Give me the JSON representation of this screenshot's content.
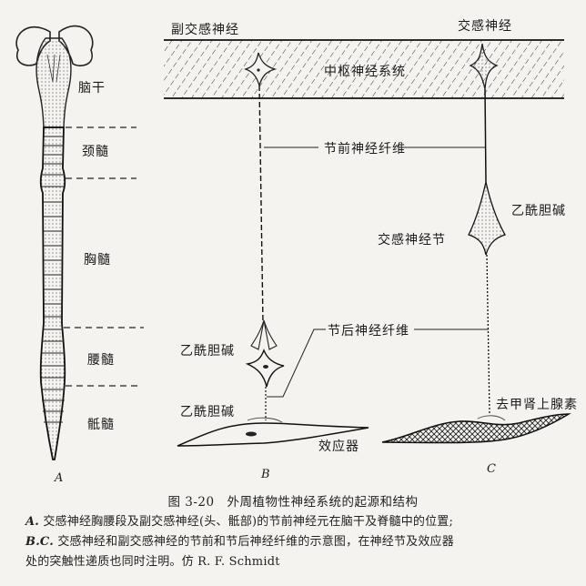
{
  "figure": {
    "panel_A": {
      "letter": "A",
      "regions": [
        "脑干",
        "颈髓",
        "胸髓",
        "腰髓",
        "骶髓"
      ]
    },
    "panel_B": {
      "letter": "B",
      "title": "副交感神经",
      "transmitter_ganglion": "乙酰胆碱",
      "transmitter_effector": "乙酰胆碱"
    },
    "panel_C": {
      "letter": "C",
      "title": "交感神经",
      "transmitter_ganglion": "乙酰胆碱",
      "ganglion_label": "交感神经节",
      "transmitter_effector": "去甲肾上腺素"
    },
    "shared_labels": {
      "cns": "中枢神经系统",
      "preganglionic": "节前神经纤维",
      "postganglionic": "节后神经纤维",
      "effector": "效应器"
    }
  },
  "caption": {
    "title": "图 3-20　外周植物性神经系统的起源和结构",
    "line1_prefix": "A.",
    "line1": "交感神经胸腰段及副交感神经(头、骶部)的节前神经元在脑干及脊髓中的位置;",
    "line2_prefix": "B.C.",
    "line2": "交感神经和副交感神经的节前和节后神经纤维的示意图，在神经节及效应器",
    "line3": "处的突触性递质也同时注明。仿 R. F. Schmidt"
  }
}
